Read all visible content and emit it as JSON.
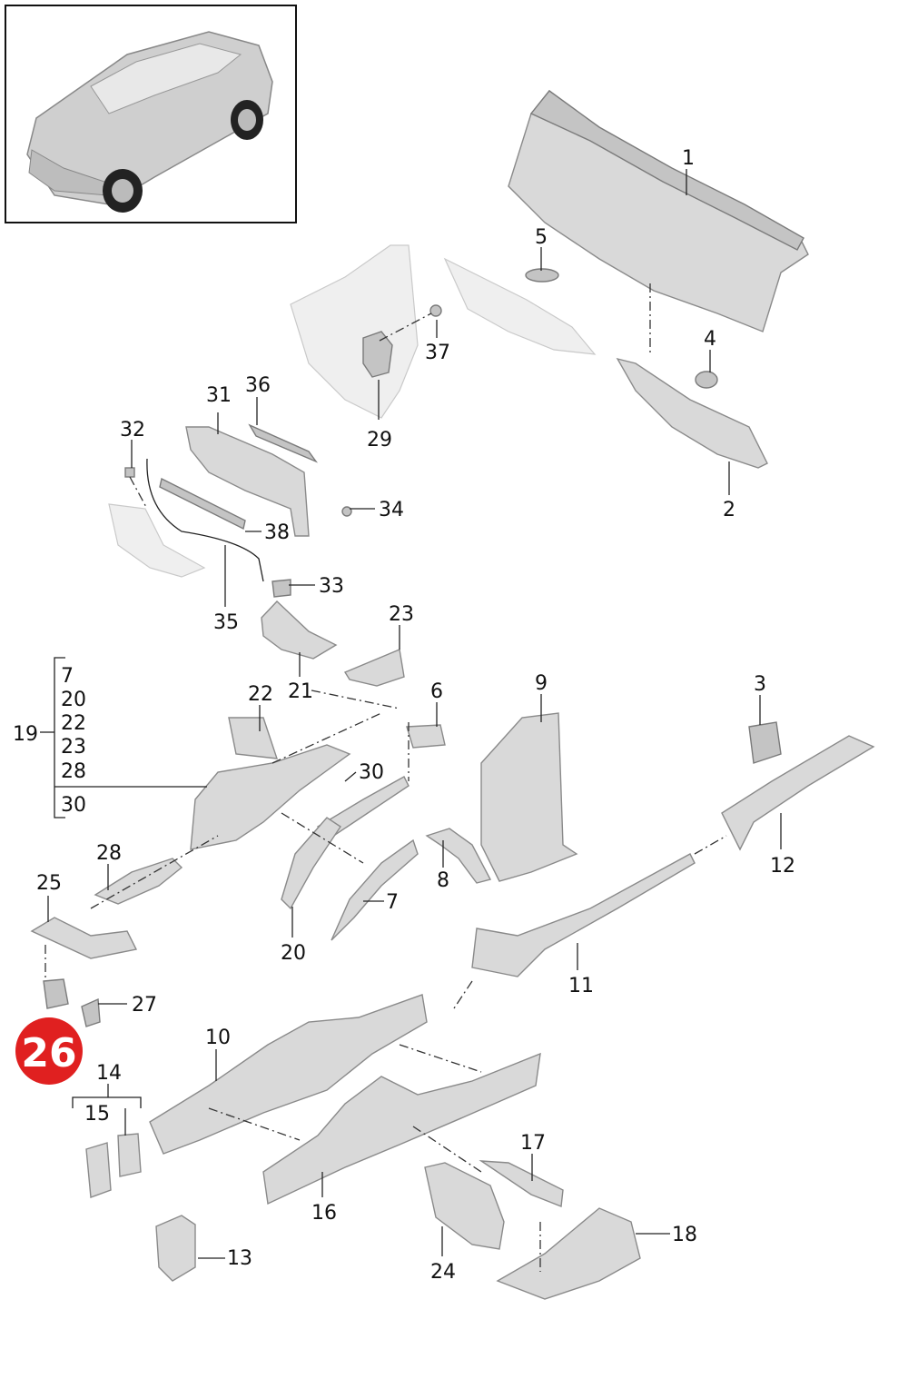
{
  "diagram": {
    "inset_image": "car-overview",
    "badge": {
      "label": "26",
      "color": "#e02020"
    },
    "group_label": "19",
    "group_members": [
      "7",
      "20",
      "22",
      "23",
      "28"
    ],
    "group_extra": "30",
    "subgroup_label": "14",
    "subgroup_members": [
      "15"
    ],
    "parts": [
      "1",
      "2",
      "3",
      "4",
      "5",
      "6",
      "7",
      "8",
      "9",
      "10",
      "11",
      "12",
      "13",
      "16",
      "17",
      "18",
      "20",
      "21",
      "22",
      "23",
      "24",
      "25",
      "27",
      "28",
      "29",
      "30",
      "31",
      "32",
      "33",
      "34",
      "35",
      "36",
      "37",
      "38"
    ]
  }
}
